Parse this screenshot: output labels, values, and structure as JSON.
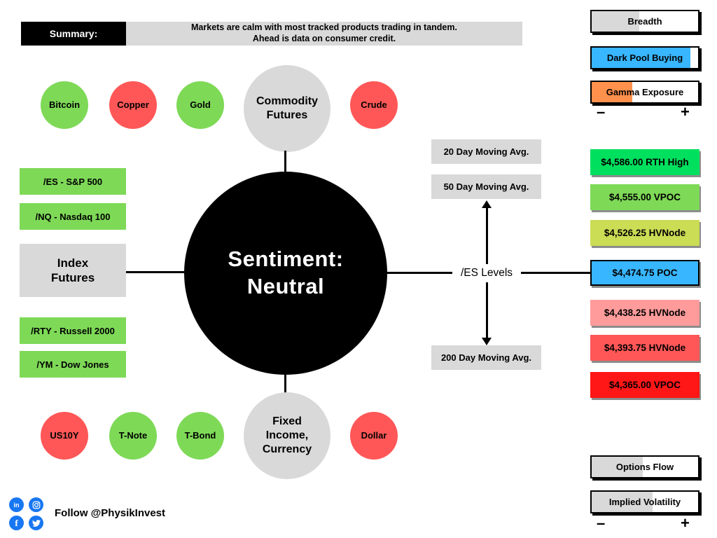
{
  "colors": {
    "green": "#7ED957",
    "red": "#FF5757",
    "gray": "#D9D9D9",
    "social_blue": "#1877F2"
  },
  "summary": {
    "label": "Summary:",
    "line1": "Markets are calm with most tracked products trading in tandem.",
    "line2": "Ahead is data on consumer credit."
  },
  "center": {
    "line1": "Sentiment:",
    "line2": "Neutral"
  },
  "commodity": {
    "hub_line1": "Commodity",
    "hub_line2": "Futures",
    "items": [
      {
        "label": "Bitcoin",
        "color": "#7ED957"
      },
      {
        "label": "Copper",
        "color": "#FF5757"
      },
      {
        "label": "Gold",
        "color": "#7ED957"
      },
      {
        "label": "Crude",
        "color": "#FF5757"
      }
    ]
  },
  "index_futures": {
    "hub_line1": "Index",
    "hub_line2": "Futures",
    "items": [
      {
        "label": "/ES - S&P 500",
        "color": "#7ED957"
      },
      {
        "label": "/NQ - Nasdaq 100",
        "color": "#7ED957"
      },
      {
        "label": "/RTY - Russell 2000",
        "color": "#7ED957"
      },
      {
        "label": "/YM - Dow Jones",
        "color": "#7ED957"
      }
    ]
  },
  "fixed_income": {
    "hub_line1": "Fixed",
    "hub_line2": "Income,",
    "hub_line3": "Currency",
    "items": [
      {
        "label": "US10Y",
        "color": "#FF5757"
      },
      {
        "label": "T-Note",
        "color": "#7ED957"
      },
      {
        "label": "T-Bond",
        "color": "#7ED957"
      },
      {
        "label": "Dollar",
        "color": "#FF5757"
      }
    ]
  },
  "es_levels": {
    "label": "/ES Levels",
    "moving_averages": [
      "20 Day Moving Avg.",
      "50 Day Moving Avg.",
      "200 Day Moving Avg."
    ]
  },
  "gauges_top": {
    "minus": "–",
    "plus": "+",
    "items": [
      {
        "label": "Breadth",
        "fill_color": "#D9D9D9",
        "fill_width": "45%"
      },
      {
        "label": "Dark Pool Buying",
        "fill_color": "#38B6FF",
        "fill_width": "93%"
      },
      {
        "label": "Gamma Exposure",
        "fill_color": "#FF914D",
        "fill_width": "38%"
      }
    ]
  },
  "price_levels": [
    {
      "label": "$4,586.00 RTH High",
      "color": "#00E05E"
    },
    {
      "label": "$4,555.00 VPOC",
      "color": "#7ED957"
    },
    {
      "label": "$4,526.25 HVNode",
      "color": "#CBDC55"
    },
    {
      "label": "$4,474.75 POC",
      "color": "#38B6FF"
    },
    {
      "label": "$4,438.25 HVNode",
      "color": "#FF9B9B"
    },
    {
      "label": "$4,393.75 HVNode",
      "color": "#FF5757"
    },
    {
      "label": "$4,365.00 VPOC",
      "color": "#FF1616"
    }
  ],
  "gauges_bottom": {
    "minus": "–",
    "plus": "+",
    "items": [
      {
        "label": "Options Flow",
        "fill_color": "#D9D9D9",
        "fill_width": "48%"
      },
      {
        "label": "Implied Volatility",
        "fill_color": "#D9D9D9",
        "fill_width": "57%"
      }
    ]
  },
  "footer": {
    "follow": "Follow @PhysikInvest"
  }
}
